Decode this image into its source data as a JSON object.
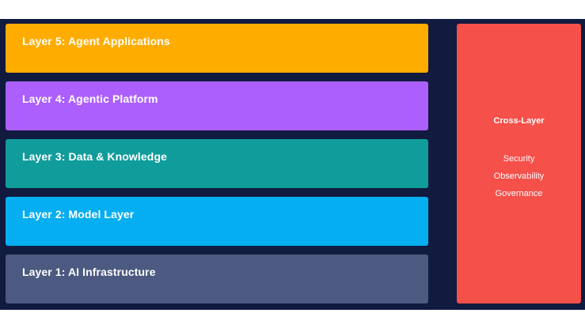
{
  "layers": [
    {
      "label": "Layer 5: Agent Applications",
      "color": "#ffac00"
    },
    {
      "label": "Layer 4: Agentic Platform",
      "color": "#ac5ffd"
    },
    {
      "label": "Layer 3: Data & Knowledge",
      "color": "#109c9b"
    },
    {
      "label": "Layer 2: Model Layer",
      "color": "#05aef0"
    },
    {
      "label": "Layer 1: AI Infrastructure",
      "color": "#4c5980"
    }
  ],
  "cross_layer": {
    "title": "Cross-Layer",
    "color": "#f5504a",
    "items": [
      "Security",
      "Observability",
      "Governance"
    ]
  },
  "background_color": "#111a3f"
}
